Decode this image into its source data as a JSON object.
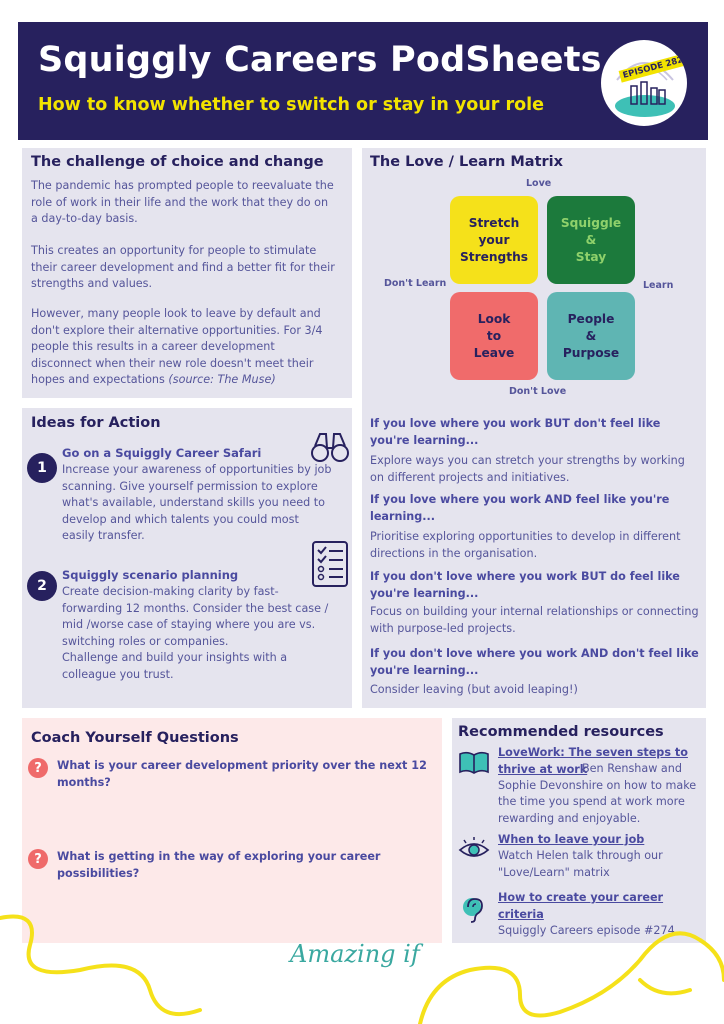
{
  "header": {
    "title": "Squiggly Careers PodSheets",
    "subtitle": "How to know whether to switch or stay in your role",
    "episode_badge": "EPISODE 282"
  },
  "challenge": {
    "heading": "The challenge of choice and change",
    "p1": "The pandemic has prompted people to reevaluate the role of work in their life and the work that they do on a day-to-day basis.",
    "p2": "This creates an opportunity for people to stimulate their career development and find a better fit for their strengths and values.",
    "p3": "However, many people look to leave by default and don't explore their alternative opportunities. For 3/4 people this results in a career development disconnect when their new role doesn't meet their hopes and expectations",
    "source": "(source: The Muse)"
  },
  "matrix": {
    "heading": "The Love / Learn Matrix",
    "axis_top": "Love",
    "axis_bottom": "Don't Love",
    "axis_left": "Don't Learn",
    "axis_right": "Learn",
    "quadrants": [
      {
        "label": "Stretch your Strengths",
        "color": "#f5e11a",
        "text_color": "#27215e"
      },
      {
        "label": "Squiggle & Stay",
        "color": "#1c7a3c",
        "text_color": "#8fd16b"
      },
      {
        "label": "Look to Leave",
        "color": "#f06b6b",
        "text_color": "#27215e"
      },
      {
        "label": "People & Purpose",
        "color": "#5fb5b3",
        "text_color": "#27215e"
      }
    ],
    "items": [
      {
        "q": "If you love where you work BUT don't feel like you're learning...",
        "a": "Explore ways you can stretch your strengths by working on different projects and initiatives."
      },
      {
        "q": "If you love where you work AND feel like you're learning...",
        "a": "Prioritise exploring opportunities to develop in different directions in the organisation."
      },
      {
        "q": "If you don't love where you work BUT do feel like you're learning...",
        "a": "Focus on building your internal relationships or connecting with purpose-led projects."
      },
      {
        "q": "If you don't love where you work AND don't feel like you're learning...",
        "a": "Consider leaving (but avoid leaping!)"
      }
    ]
  },
  "ideas": {
    "heading": "Ideas for Action",
    "items": [
      {
        "num": "1",
        "title": "Go on a Squiggly Career Safari",
        "text": "Increase your awareness of opportunities by job scanning. Give yourself permission to explore what's available, understand skills you need to develop and which talents you could most easily transfer.",
        "icon": "binoculars-icon"
      },
      {
        "num": "2",
        "title": "Squiggly scenario planning",
        "text": "Create decision-making clarity by fast-forwarding 12 months. Consider the best case / mid /worse case of staying where you are vs. switching roles or companies.",
        "text2": "Challenge and build your insights with a colleague you trust.",
        "icon": "checklist-icon"
      }
    ]
  },
  "coach": {
    "heading": "Coach Yourself Questions",
    "questions": [
      "What is your career development priority over the next 12 months?",
      "What is getting in the way of exploring your career possibilities?"
    ]
  },
  "resources": {
    "heading": "Recommended resources",
    "items": [
      {
        "title": "LoveWork: The seven steps to thrive at work",
        "text": "Ben Renshaw and Sophie Devonshire on how to make the time you spend at work more rewarding and enjoyable.",
        "icon": "book-icon"
      },
      {
        "title": "When to leave your job",
        "text": "Watch Helen talk through our \"Love/Learn\" matrix",
        "icon": "eye-icon"
      },
      {
        "title": "How to create your career criteria",
        "text": "Squiggly Careers episode #274",
        "icon": "ear-icon"
      }
    ]
  },
  "footer": {
    "logo": "Amazing if"
  },
  "colors": {
    "navy": "#27215e",
    "yellow": "#f2e300",
    "panel": "#e5e4ee",
    "pink_panel": "#fde9e9",
    "teal": "#3aa8a0"
  }
}
